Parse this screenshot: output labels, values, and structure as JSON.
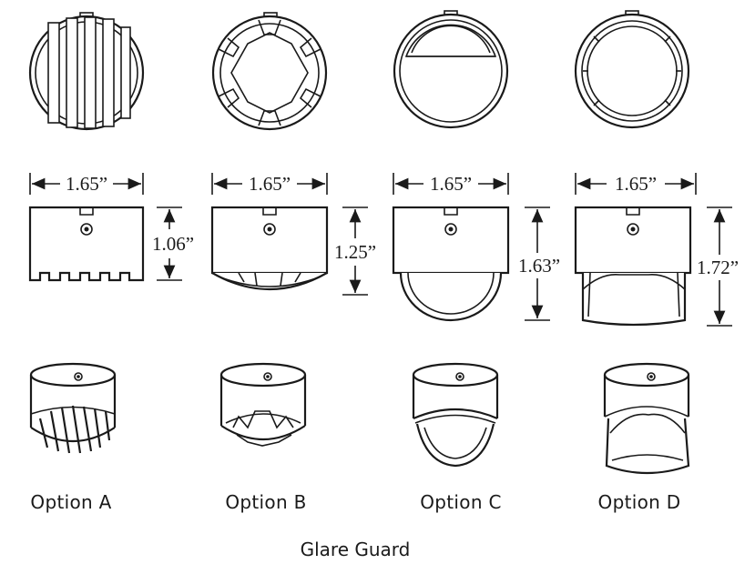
{
  "title": "Glare Guard",
  "options": [
    {
      "label": "Option A",
      "width": "1.65”",
      "height": "1.06”"
    },
    {
      "label": "Option B",
      "width": "1.65”",
      "height": "1.25”"
    },
    {
      "label": "Option C",
      "width": "1.65”",
      "height": "1.63”"
    },
    {
      "label": "Option D",
      "width": "1.65”",
      "height": "1.72”"
    }
  ]
}
